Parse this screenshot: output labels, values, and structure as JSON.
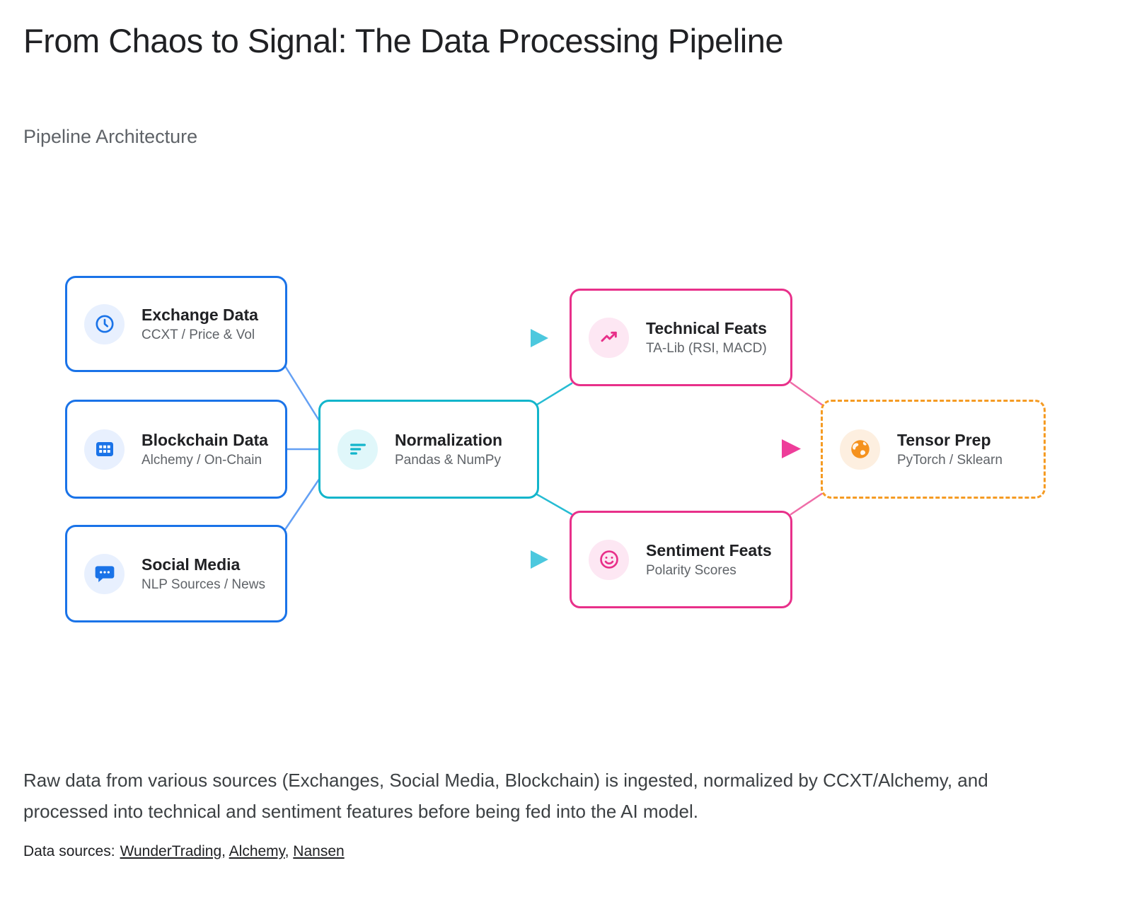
{
  "page": {
    "title": "From Chaos to Signal: The Data Processing Pipeline",
    "section_label": "Pipeline Architecture",
    "description": "Raw data from various sources (Exchanges, Social Media, Blockchain) is ingested, normalized by CCXT/Alchemy, and processed into technical and sentiment features before being fed into the AI model.",
    "sources": {
      "label": "Data sources:",
      "separator": ", ",
      "links": [
        {
          "label": "WunderTrading"
        },
        {
          "label": "Alchemy"
        },
        {
          "label": "Nansen"
        }
      ]
    }
  },
  "diagram": {
    "nodes": [
      {
        "title": "Exchange Data",
        "subtitle": "CCXT / Price & Vol",
        "icon": "clock-icon",
        "accent": "#1a73e8"
      },
      {
        "title": "Blockchain Data",
        "subtitle": "Alchemy / On-Chain",
        "icon": "blockchain-icon",
        "accent": "#1a73e8"
      },
      {
        "title": "Social Media",
        "subtitle": "NLP Sources / News",
        "icon": "chat-bubble-icon",
        "accent": "#1a73e8"
      },
      {
        "title": "Normalization",
        "subtitle": "Pandas & NumPy",
        "icon": "filter-icon",
        "accent": "#12b5cb"
      },
      {
        "title": "Technical Feats",
        "subtitle": "TA-Lib (RSI, MACD)",
        "icon": "trend-chart-icon",
        "accent": "#e8308a"
      },
      {
        "title": "Sentiment Feats",
        "subtitle": "Polarity Scores",
        "icon": "smiley-icon",
        "accent": "#e8308a"
      },
      {
        "title": "Tensor Prep",
        "subtitle": "PyTorch / Sklearn",
        "icon": "globe-icon",
        "accent": "#f59b23"
      }
    ],
    "colors": {
      "blue": "#1a73e8",
      "teal": "#12b5cb",
      "pink": "#e8308a",
      "orange": "#f59b23",
      "connector_blue": "#64a0f4",
      "connector_teal": "#26bcd3",
      "connector_pink": "#ef6da8",
      "arrow_teal": "#4cc8de",
      "arrow_pink": "#ee3d9a"
    }
  }
}
